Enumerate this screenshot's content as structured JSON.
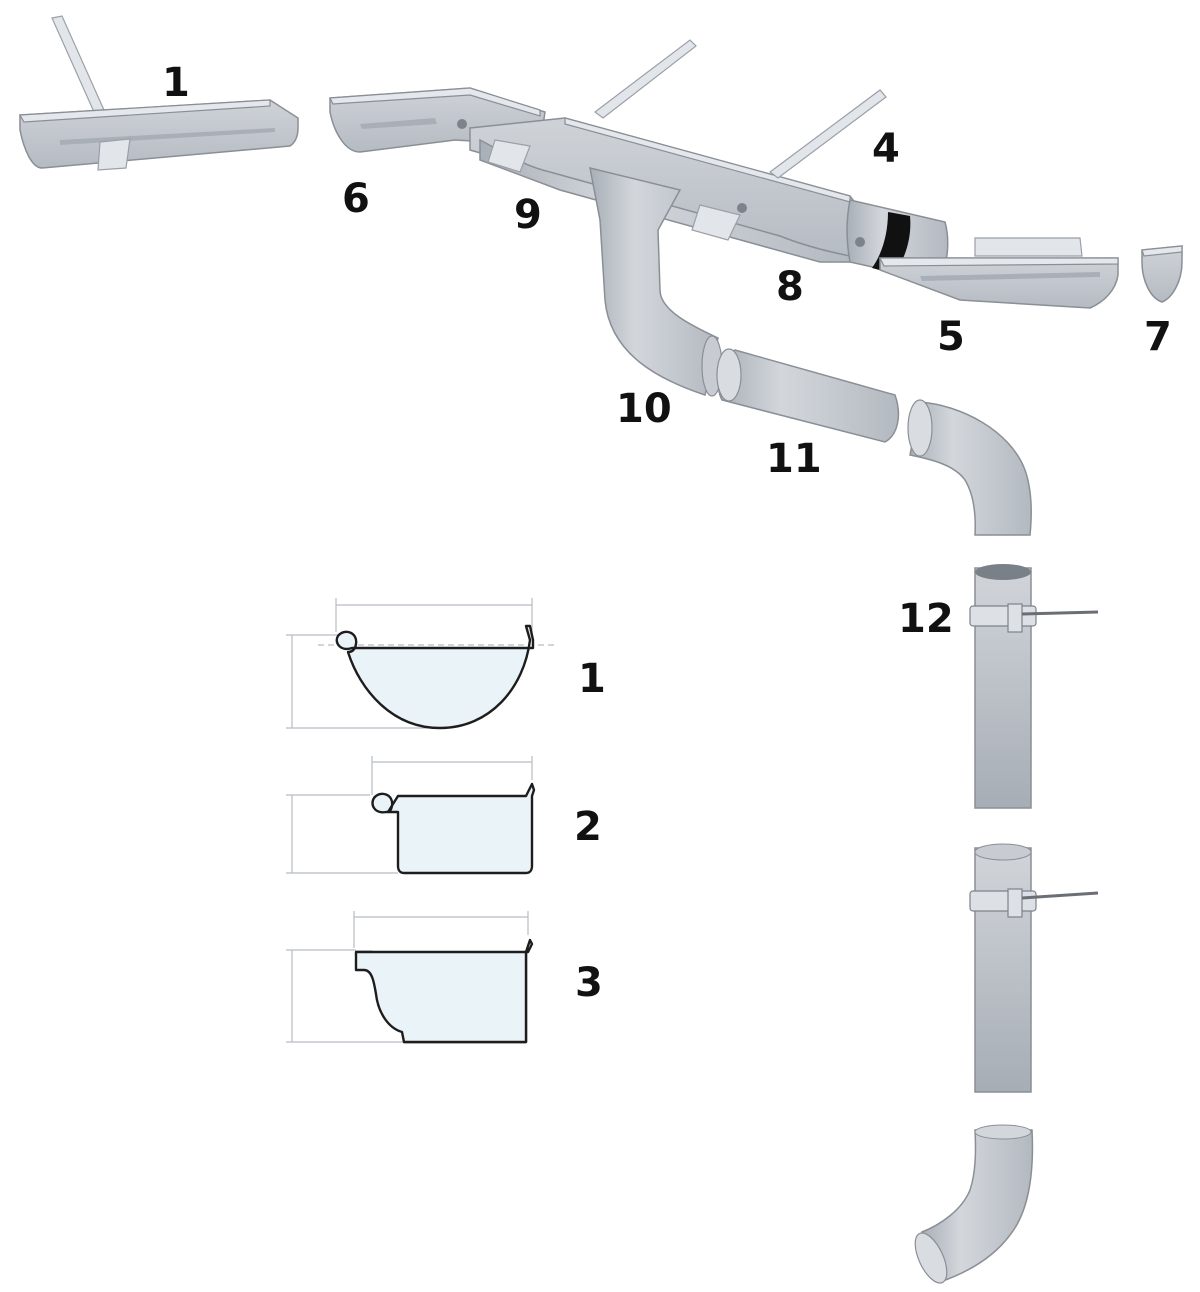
{
  "colors": {
    "metal": "#c4c8ce",
    "metal_dark": "#a9afb7",
    "profile_fill": "#eaf4f8",
    "outline": "#1d1d1d",
    "seal": "#111111"
  },
  "parts": [
    {
      "number": "1",
      "part": "gutter"
    },
    {
      "number": "6",
      "part": "gutter-corner"
    },
    {
      "number": "9",
      "part": "gutter-connector"
    },
    {
      "number": "4",
      "part": "gutter-bracket"
    },
    {
      "number": "8",
      "part": "gutter-connector"
    },
    {
      "number": "5",
      "part": "gutter"
    },
    {
      "number": "7",
      "part": "end-cap"
    },
    {
      "number": "10",
      "part": "funnel-outlet"
    },
    {
      "number": "11",
      "part": "pipe-segment"
    },
    {
      "number": "12",
      "part": "downpipe-clamp"
    }
  ],
  "profiles": [
    {
      "number": "1",
      "shape": "half-round"
    },
    {
      "number": "2",
      "shape": "rectangular"
    },
    {
      "number": "3",
      "shape": "k-style"
    }
  ]
}
